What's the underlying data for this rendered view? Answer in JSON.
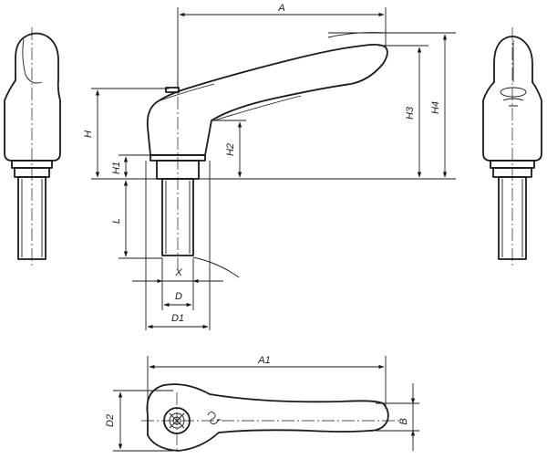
{
  "drawing": {
    "dimensions": {
      "A": "A",
      "A1": "A1",
      "B": "B",
      "D": "D",
      "D1": "D1",
      "D2": "D2",
      "H": "H",
      "H1": "H1",
      "H2": "H2",
      "H3": "H3",
      "H4": "H4",
      "L": "L",
      "X": "X"
    }
  }
}
